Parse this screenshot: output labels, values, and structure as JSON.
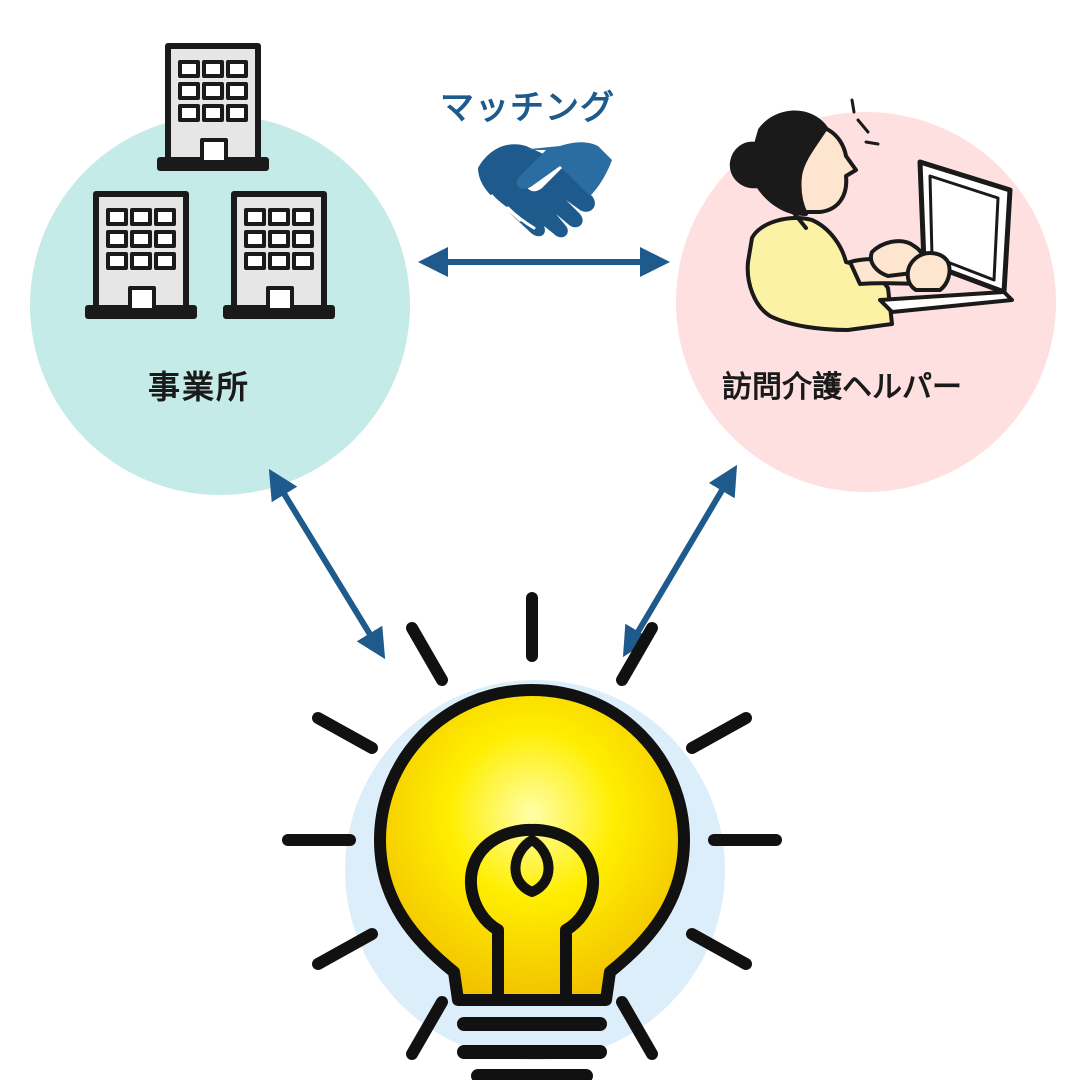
{
  "office": {
    "label": "事業所"
  },
  "helper": {
    "label": "訪問介護ヘルパー"
  },
  "matching": {
    "label": "マッチング"
  },
  "colors": {
    "office_circle": "#c4ebe8",
    "helper_circle": "#fde0df",
    "bulb_circle": "#ddeefb",
    "arrow": "#1e5a8c",
    "bulb_fill": "#ffee00",
    "helper_shirt": "#fbf2a6"
  },
  "icons": [
    "office-building-icon",
    "handshake-icon",
    "person-at-laptop-icon",
    "lightbulb-icon"
  ]
}
